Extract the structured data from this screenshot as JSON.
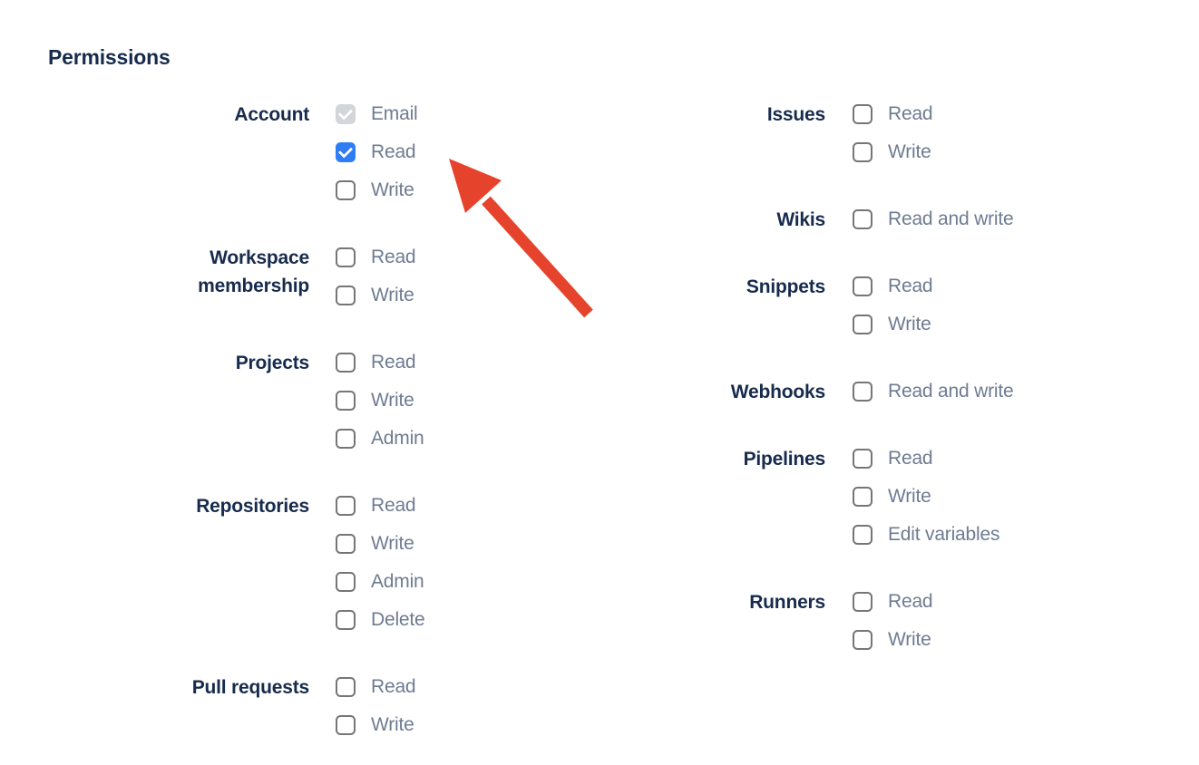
{
  "page": {
    "heading": "Permissions"
  },
  "colors": {
    "heading_text": "#172B4D",
    "group_label_text": "#172B4D",
    "option_label_text": "#6E7B91",
    "checkbox_checked_bg": "#2F7DF4",
    "checkbox_disabled_bg": "#D3D5D9",
    "checkbox_border": "#767676",
    "arrow_red": "#E6432C"
  },
  "columns": [
    {
      "groups": [
        {
          "label": "Account",
          "options": [
            {
              "label": "Email",
              "state": "checked-disabled"
            },
            {
              "label": "Read",
              "state": "checked"
            },
            {
              "label": "Write",
              "state": "unchecked"
            }
          ]
        },
        {
          "label": "Workspace membership",
          "options": [
            {
              "label": "Read",
              "state": "unchecked"
            },
            {
              "label": "Write",
              "state": "unchecked"
            }
          ]
        },
        {
          "label": "Projects",
          "options": [
            {
              "label": "Read",
              "state": "unchecked"
            },
            {
              "label": "Write",
              "state": "unchecked"
            },
            {
              "label": "Admin",
              "state": "unchecked"
            }
          ]
        },
        {
          "label": "Repositories",
          "options": [
            {
              "label": "Read",
              "state": "unchecked"
            },
            {
              "label": "Write",
              "state": "unchecked"
            },
            {
              "label": "Admin",
              "state": "unchecked"
            },
            {
              "label": "Delete",
              "state": "unchecked"
            }
          ]
        },
        {
          "label": "Pull requests",
          "options": [
            {
              "label": "Read",
              "state": "unchecked"
            },
            {
              "label": "Write",
              "state": "unchecked"
            }
          ]
        }
      ]
    },
    {
      "groups": [
        {
          "label": "Issues",
          "options": [
            {
              "label": "Read",
              "state": "unchecked"
            },
            {
              "label": "Write",
              "state": "unchecked"
            }
          ]
        },
        {
          "label": "Wikis",
          "options": [
            {
              "label": "Read and write",
              "state": "unchecked"
            }
          ]
        },
        {
          "label": "Snippets",
          "options": [
            {
              "label": "Read",
              "state": "unchecked"
            },
            {
              "label": "Write",
              "state": "unchecked"
            }
          ]
        },
        {
          "label": "Webhooks",
          "options": [
            {
              "label": "Read and write",
              "state": "unchecked"
            }
          ]
        },
        {
          "label": "Pipelines",
          "options": [
            {
              "label": "Read",
              "state": "unchecked"
            },
            {
              "label": "Write",
              "state": "unchecked"
            },
            {
              "label": "Edit variables",
              "state": "unchecked"
            }
          ]
        },
        {
          "label": "Runners",
          "options": [
            {
              "label": "Read",
              "state": "unchecked"
            },
            {
              "label": "Write",
              "state": "unchecked"
            }
          ]
        }
      ]
    }
  ],
  "annotation": {
    "arrow_points_to": "Account Read checkbox"
  }
}
